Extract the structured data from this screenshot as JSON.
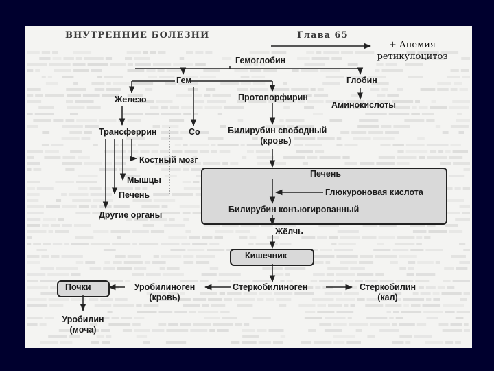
{
  "header": {
    "book_title": "ВНУТРЕННИЕ БОЛЕЗНИ",
    "chapter": "Глава 65"
  },
  "annotation": {
    "line1": "+ Анемия",
    "line2": "ретикулоцитоз"
  },
  "nodes": {
    "hemoglobin": "Гемоглобин",
    "heme": "Гем",
    "globin": "Глобин",
    "iron": "Железо",
    "protoporphyrin": "Протопорфирин",
    "amino_acids": "Аминокислоты",
    "transferrin": "Трансферрин",
    "co": "Со",
    "bilirubin_free_l1": "Билирубин свободный",
    "bilirubin_free_l2": "(кровь)",
    "bone_marrow": "Костный мозг",
    "muscles": "Мышцы",
    "liver_organ": "Печень",
    "other_organs": "Другие органы",
    "liver_box": "Печень",
    "glucuronic_acid": "Глюкуроновая кислота",
    "bilirubin_conj": "Билирубин конъюгированный",
    "bile": "Жёлчь",
    "intestine": "Кишечник",
    "kidneys": "Почки",
    "urobilinogen_l1": "Уробилиноген",
    "urobilinogen_l2": "(кровь)",
    "stercobilinogen": "Стеркобилиноген",
    "stercobilin_l1": "Стеркобилин",
    "stercobilin_l2": "(кал)",
    "urobilin_l1": "Уробилин",
    "urobilin_l2": "(моча)"
  }
}
